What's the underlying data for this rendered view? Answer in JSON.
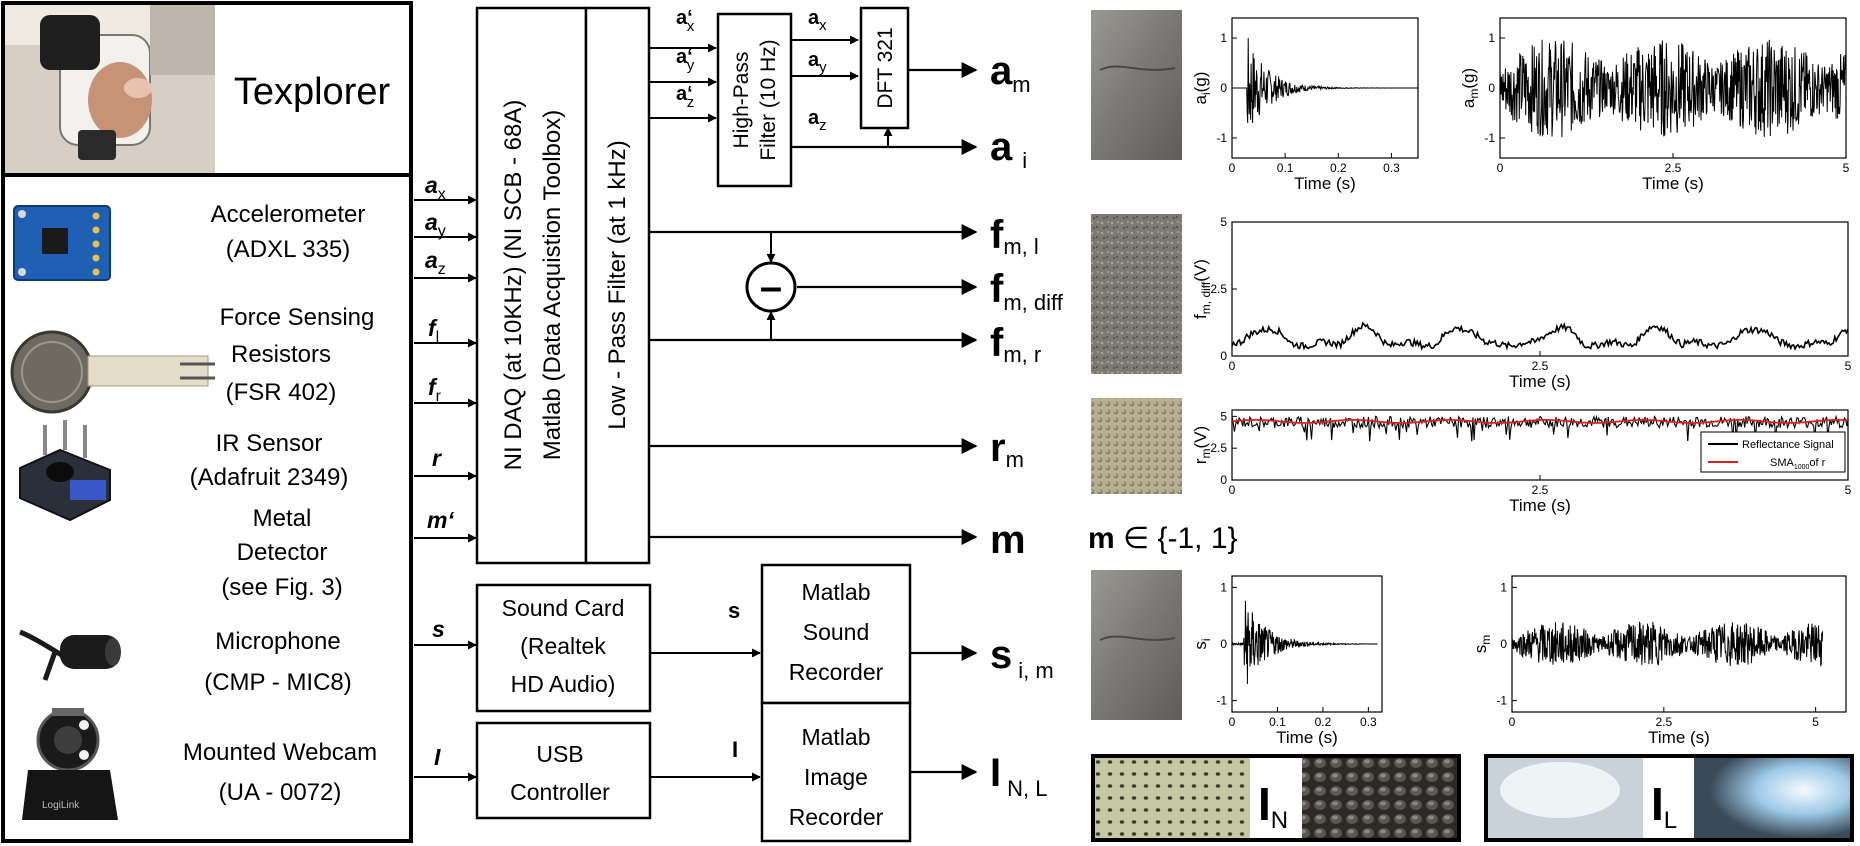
{
  "title": "Texplorer",
  "sensors": [
    {
      "name_lines": [
        "Accelerometer",
        "(ADXL 335)"
      ],
      "icon": "accelerometer-board"
    },
    {
      "name_lines": [
        "Force  Sensing",
        "Resistors",
        "(FSR 402)"
      ],
      "icon": "force-sensor"
    },
    {
      "name_lines": [
        "IR  Sensor",
        "(Adafruit  2349)"
      ],
      "icon": "ir-sensor"
    },
    {
      "name_lines": [
        "Metal",
        "Detector",
        "(see Fig. 3)"
      ],
      "icon": ""
    },
    {
      "name_lines": [
        "Microphone",
        "(CMP - MIC8)"
      ],
      "icon": "microphone"
    },
    {
      "name_lines": [
        "Mounted Webcam",
        "(UA - 0072)"
      ],
      "icon": "webcam"
    }
  ],
  "signals": {
    "ax": {
      "base": "a",
      "sub": "x"
    },
    "ay": {
      "base": "a",
      "sub": "y"
    },
    "az": {
      "base": "a",
      "sub": "z"
    },
    "fl": {
      "base": "f",
      "sub": "l"
    },
    "fr": {
      "base": "f",
      "sub": "r"
    },
    "r": {
      "base": "r",
      "sub": ""
    },
    "m": {
      "base": "m‘",
      "sub": ""
    },
    "s": {
      "base": "s",
      "sub": ""
    },
    "I": {
      "base": "I",
      "sub": ""
    }
  },
  "blocks": {
    "daq": [
      "NI DAQ (at 10KHz)  (NI SCB - 68A)",
      "Matlab (Data Acquistion Toolbox)"
    ],
    "lowpass": "Low - Pass Filter (at 1 kHz)",
    "highpass": [
      "High-Pass",
      "Filter (10 Hz)"
    ],
    "dft": "DFT 321",
    "soundcard": [
      "Sound Card",
      "(Realtek",
      "HD Audio)"
    ],
    "sound_recorder": [
      "Matlab",
      "Sound",
      "Recorder"
    ],
    "usb": [
      "USB",
      "Controller"
    ],
    "image_recorder": [
      "Matlab",
      "Image",
      "Recorder"
    ],
    "subtract_symbol": "–"
  },
  "hp_inputs": [
    {
      "base": "a",
      "sub": "x"
    },
    {
      "base": "a",
      "sub": "y"
    },
    {
      "base": "a",
      "sub": "z"
    }
  ],
  "hp_prime_mark": "‘",
  "hp_outputs": [
    {
      "base": "a",
      "sub": "x"
    },
    {
      "base": "a",
      "sub": "y"
    },
    {
      "base": "a",
      "sub": "z"
    }
  ],
  "mid_labels": {
    "s": "s",
    "I": "I"
  },
  "outputs": {
    "am": {
      "base": "a",
      "sub": "m"
    },
    "ai": {
      "base": "a",
      "sub": "i"
    },
    "fml": {
      "base": "f",
      "sub": "m, l"
    },
    "fmdiff": {
      "base": "f",
      "sub": "m, diff"
    },
    "fmr": {
      "base": "f",
      "sub": "m, r"
    },
    "rm": {
      "base": "r",
      "sub": "m"
    },
    "m": {
      "base": "m",
      "sub": ""
    },
    "sim": {
      "base": "s",
      "sub": "i, m"
    },
    "INL": {
      "base": "I",
      "sub": "N, L"
    }
  },
  "m_domain": {
    "bold": "m",
    "rest": " ∈ {-1, 1}"
  },
  "image_labels": {
    "IN": {
      "base": "I",
      "sub": "N"
    },
    "IL": {
      "base": "I",
      "sub": "L"
    }
  },
  "legend": {
    "line1": "Reflectance Signal",
    "line2": "SMA",
    "line2_sub": "1000",
    "line2_tail": "of r"
  },
  "colors": {
    "line": "#000000",
    "sma": "#e02020",
    "frame": "#000000"
  },
  "charts": [
    {
      "id": "ai",
      "type": "line",
      "ylabel_base": "a",
      "ylabel_sub": "i",
      "ylabel_tail": "(g)",
      "xlabel": "Time (s)",
      "xticks": [
        "0",
        "0.1",
        "0.2",
        "0.3"
      ],
      "xtick_values": [
        0,
        0.1,
        0.2,
        0.3
      ],
      "yticks": [
        "1",
        "0",
        "-1"
      ],
      "ytick_values": [
        1,
        0,
        -1
      ],
      "xlim": [
        0,
        0.35
      ],
      "ylim": [
        -1.4,
        1.4
      ]
    },
    {
      "id": "am",
      "type": "line",
      "ylabel_base": "a",
      "ylabel_sub": "m",
      "ylabel_tail": "(g)",
      "xlabel": "Time (s)",
      "xticks": [
        "0",
        "2.5",
        "5"
      ],
      "xtick_values": [
        0,
        2.5,
        5
      ],
      "yticks": [
        "1",
        "0",
        "-1"
      ],
      "ytick_values": [
        1,
        0,
        -1
      ],
      "xlim": [
        0,
        5
      ],
      "ylim": [
        -1.4,
        1.4
      ]
    },
    {
      "id": "fm",
      "type": "line",
      "ylabel_base": "f",
      "ylabel_sub": "m, diff",
      "ylabel_tail": "(V)",
      "xlabel": "Time (s)",
      "xticks": [
        "0",
        "2.5",
        "5"
      ],
      "xtick_values": [
        0,
        2.5,
        5
      ],
      "yticks": [
        "5",
        "2.5",
        "0"
      ],
      "ytick_values": [
        5,
        2.5,
        0
      ],
      "xlim": [
        0,
        5
      ],
      "ylim": [
        0,
        5
      ]
    },
    {
      "id": "rm",
      "type": "line",
      "ylabel_base": "r",
      "ylabel_sub": "m",
      "ylabel_tail": "(V)",
      "xlabel": "Time (s)",
      "xticks": [
        "0",
        "2.5",
        "5"
      ],
      "xtick_values": [
        0,
        2.5,
        5
      ],
      "yticks": [
        "5",
        "2.5",
        "0"
      ],
      "ytick_values": [
        5,
        2.5,
        0
      ],
      "xlim": [
        0,
        5
      ],
      "ylim": [
        0,
        5.5
      ]
    },
    {
      "id": "si",
      "type": "line",
      "ylabel_base": "s",
      "ylabel_sub": "i",
      "ylabel_tail": "",
      "xlabel": "Time (s)",
      "xticks": [
        "0",
        "0.1",
        "0.2",
        "0.3"
      ],
      "xtick_values": [
        0,
        0.1,
        0.2,
        0.3
      ],
      "yticks": [
        "1",
        "0",
        "-1"
      ],
      "ytick_values": [
        1,
        0,
        -1
      ],
      "xlim": [
        0,
        0.33
      ],
      "ylim": [
        -1.2,
        1.2
      ]
    },
    {
      "id": "sm",
      "type": "line",
      "ylabel_base": "s",
      "ylabel_sub": "m",
      "ylabel_tail": "",
      "xlabel": "Time (s)",
      "xticks": [
        "0",
        "2.5",
        "5"
      ],
      "xtick_values": [
        0,
        2.5,
        5
      ],
      "yticks": [
        "1",
        "0",
        "-1"
      ],
      "ytick_values": [
        1,
        0,
        -1
      ],
      "xlim": [
        0,
        5.5
      ],
      "ylim": [
        -1.2,
        1.2
      ]
    }
  ]
}
